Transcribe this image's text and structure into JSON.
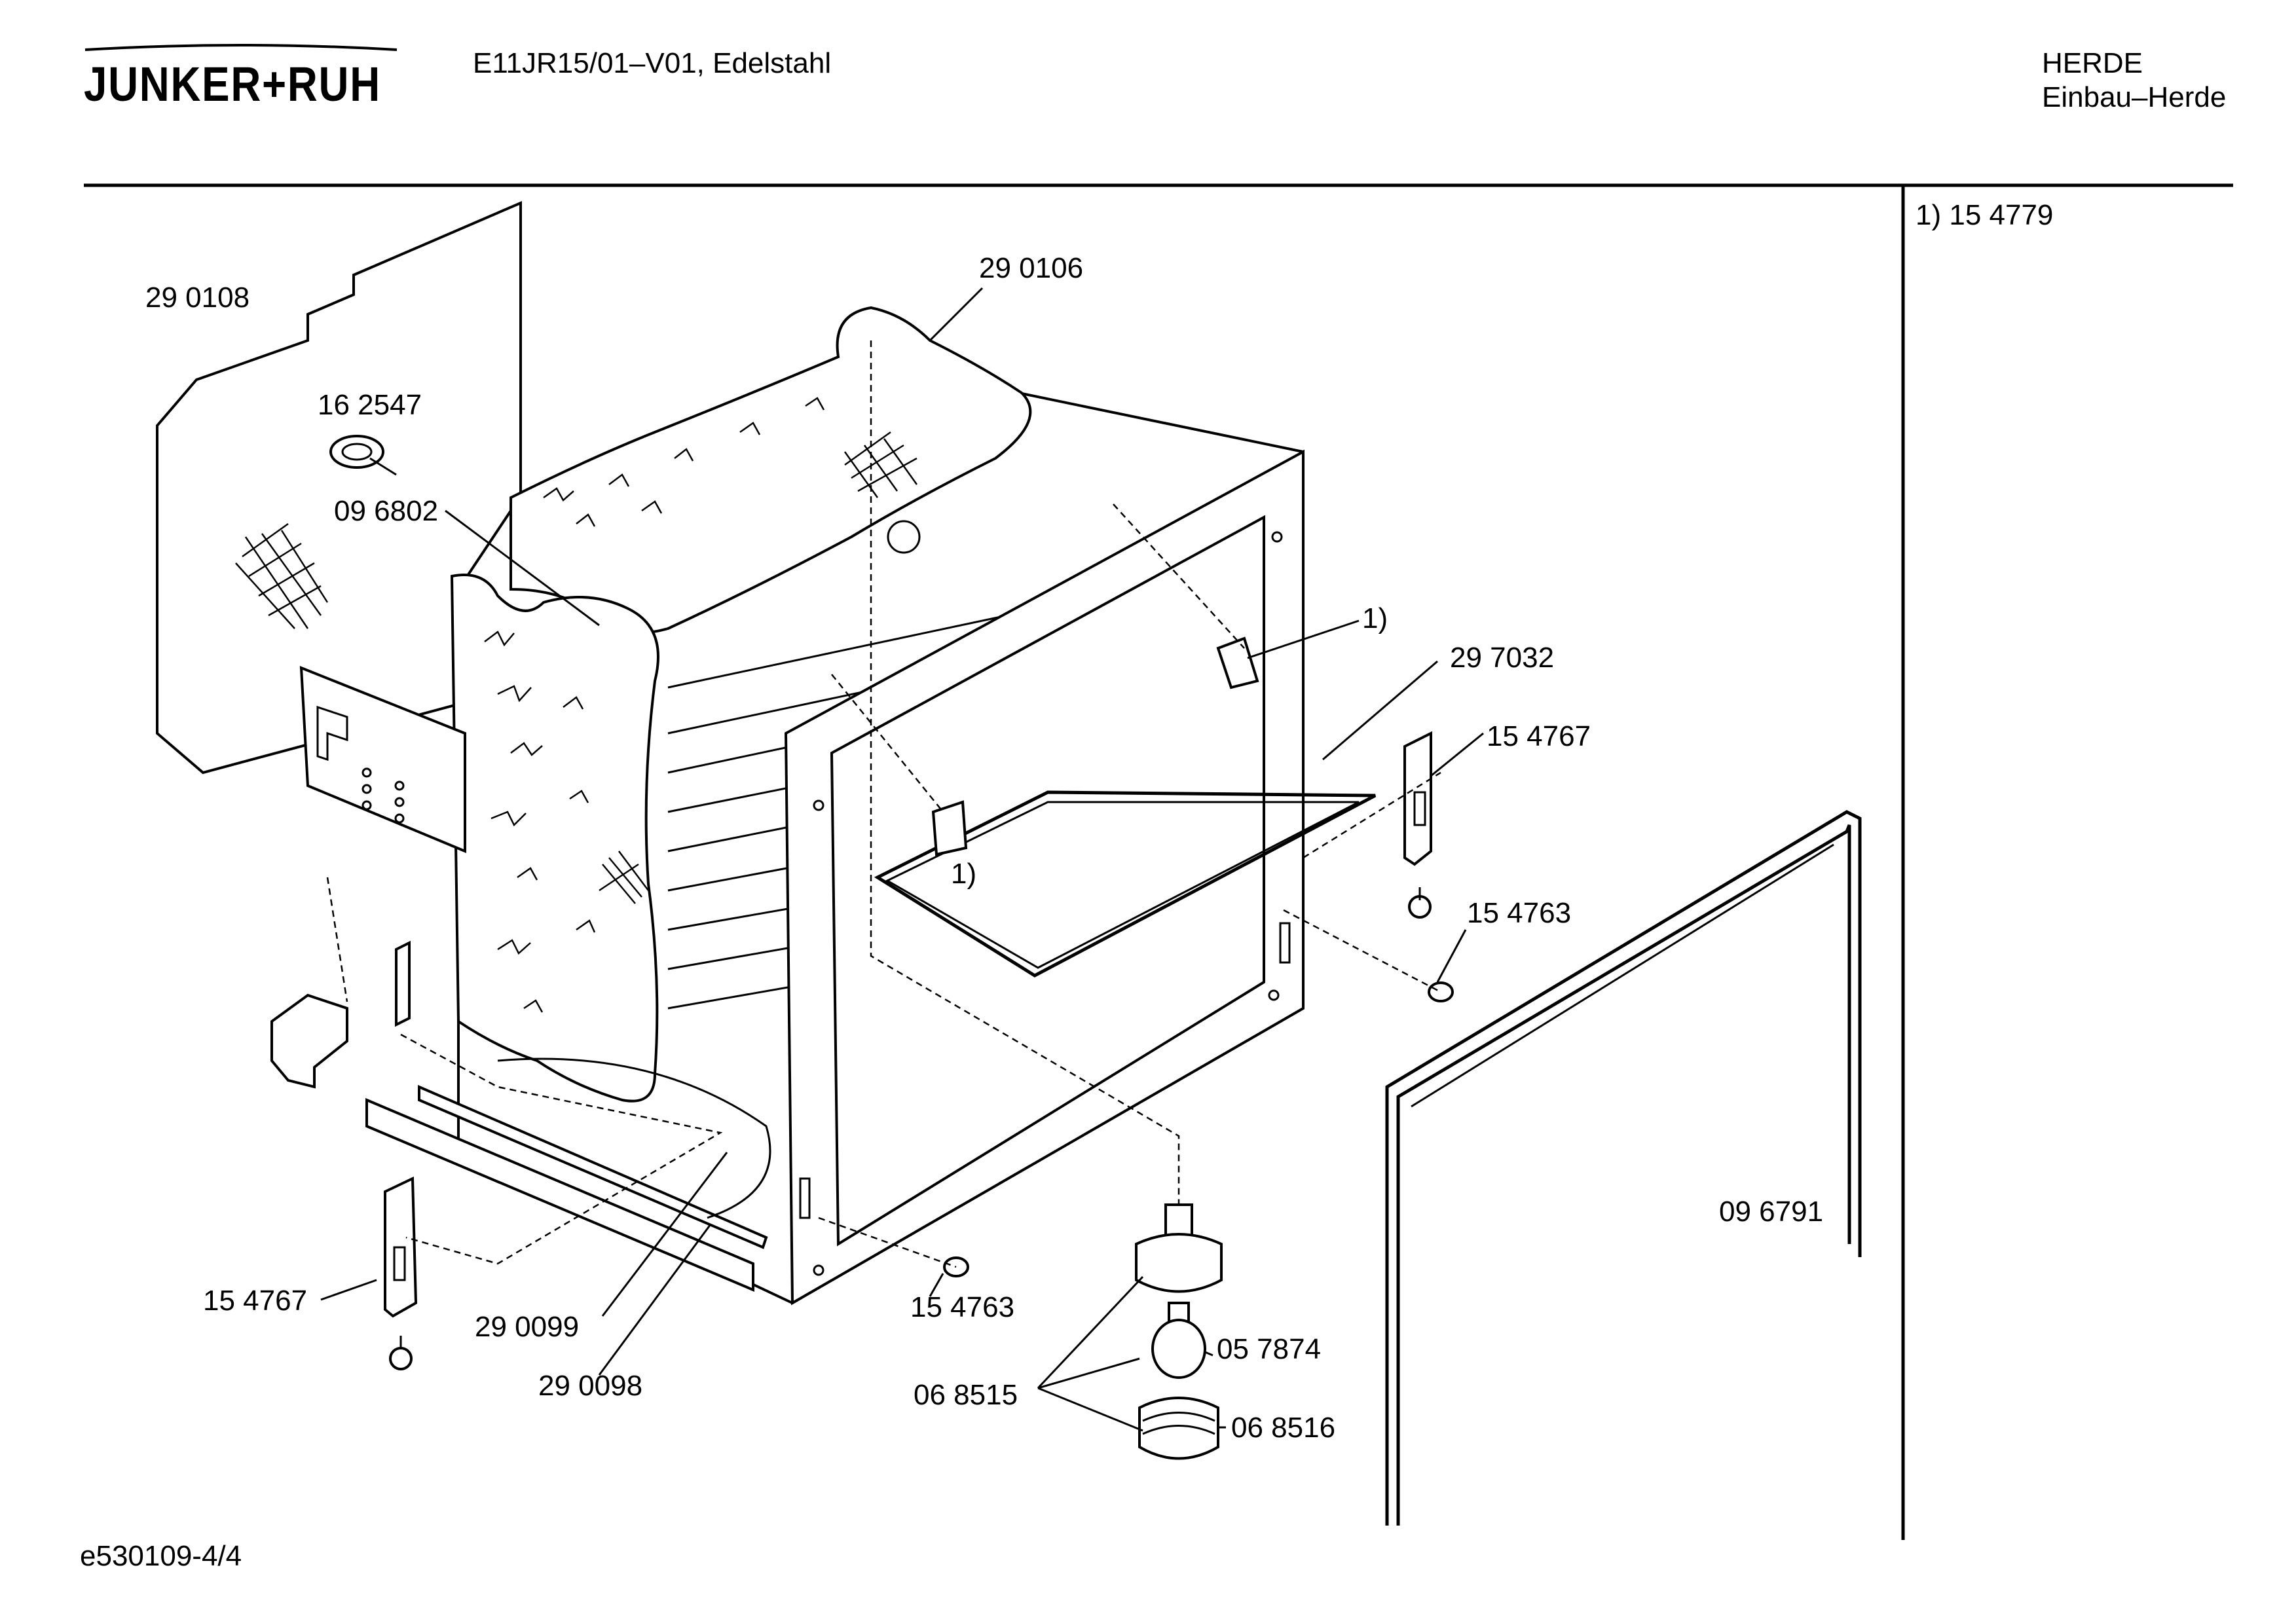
{
  "header": {
    "brand": "JUNKER+RUH",
    "model": "E11JR15/01–V01, Edelstahl",
    "category_line1": "HERDE",
    "category_line2": "Einbau–Herde"
  },
  "footnote": "1)  15 4779",
  "document_id": "e530109-4/4",
  "part_labels": {
    "p290108": "29 0108",
    "p162547": "16 2547",
    "p096802": "09 6802",
    "p290106": "29 0106",
    "ref1_top": "1)",
    "p297032": "29 7032",
    "p154767_right": "15 4767",
    "ref1_mid": "1)",
    "p154763_right": "15 4763",
    "p096791": "09 6791",
    "p154767_left": "15 4767",
    "p290099": "29 0099",
    "p290098": "29 0098",
    "p154763_bottom": "15 4763",
    "p057874": "05 7874",
    "p068515": "06 8515",
    "p068516": "06 8516"
  }
}
